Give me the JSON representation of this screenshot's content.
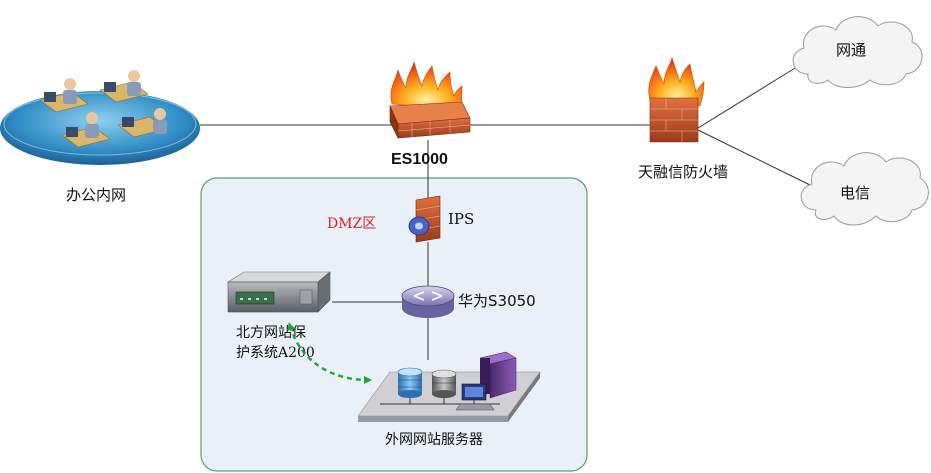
{
  "labels": {
    "office": "办公内网",
    "es1000": "ES1000",
    "tianrongxin": "天融信防火墙",
    "wangtong": "网通",
    "dianxin": "电信",
    "dmz": "DMZ区",
    "ips": "IPS",
    "huawei": "华为S3050",
    "beifang_line1": "北方网站保",
    "beifang_line2": "护系统A200",
    "servers": "外网网站服务器"
  },
  "colors": {
    "link_line": "#333333",
    "dmz_border": "#5aa060",
    "dmz_fill": "#eaf0f8",
    "dashed_arrow": "#22a23a",
    "dmz_label": "#e02020",
    "firewall_brick": "#c8502a",
    "flame": "#ff8a1a",
    "cloud_fill": "#f4f4f4"
  },
  "icons": [
    "office-lan-icon",
    "es1000-firewall-icon",
    "tianrongxin-firewall-icon",
    "wangtong-cloud-icon",
    "dianxin-cloud-icon",
    "ips-icon",
    "switch-icon",
    "protection-appliance-icon",
    "server-rack-icon"
  ]
}
